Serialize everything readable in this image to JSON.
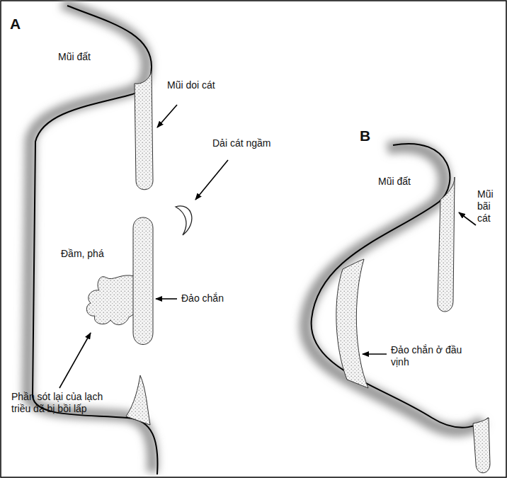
{
  "diagram": {
    "labels": [
      "A",
      "Mũi đất",
      "Mũi doi cát",
      "Dải cát ngầm",
      "Đầm, phá",
      "Đảo chắn",
      "Phần sót lại của lạch triều đã bị bồi lấp",
      "B",
      "Mũi đất",
      "Mũi bãi cát",
      "Đảo chắn ở đầu vịnh"
    ]
  }
}
